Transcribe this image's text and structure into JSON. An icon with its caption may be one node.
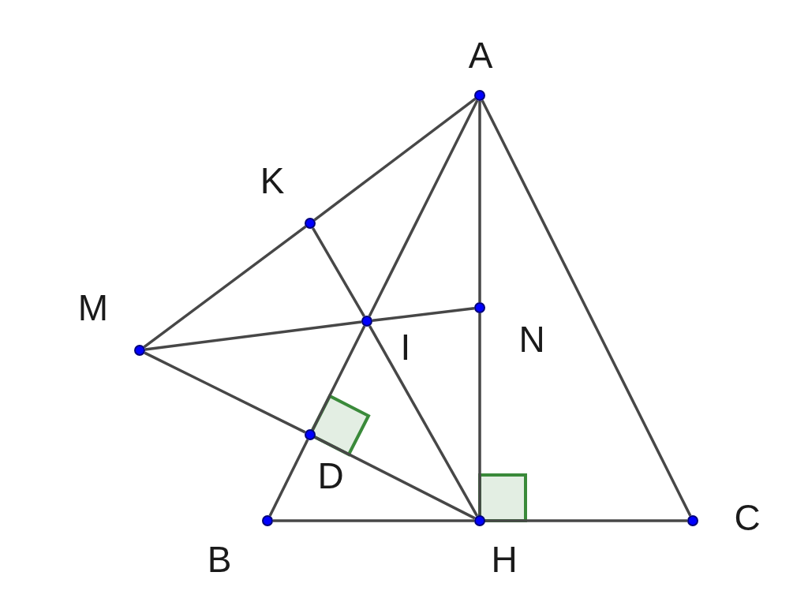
{
  "diagram": {
    "nodes": [
      {
        "text": [
          "A"
        ]
      },
      {
        "text": [
          "K"
        ]
      },
      {
        "text": [
          "M"
        ]
      },
      {
        "text": [
          "I"
        ]
      },
      {
        "text": [
          "N"
        ]
      },
      {
        "text": [
          "D"
        ]
      },
      {
        "text": [
          "B"
        ]
      },
      {
        "text": [
          "H"
        ]
      },
      {
        "text": [
          "C"
        ]
      }
    ],
    "edges": [
      {
        "from": 0,
        "to": 1,
        "arrow": "none"
      },
      {
        "from": 1,
        "to": 2,
        "arrow": "none"
      },
      {
        "from": 2,
        "to": 3,
        "arrow": "none"
      },
      {
        "from": 3,
        "to": 4,
        "arrow": "none"
      },
      {
        "from": 2,
        "to": 5,
        "arrow": "none"
      },
      {
        "from": 5,
        "to": 7,
        "arrow": "none"
      },
      {
        "from": 1,
        "to": 3,
        "arrow": "none"
      },
      {
        "from": 3,
        "to": 7,
        "arrow": "none"
      },
      {
        "from": 0,
        "to": 3,
        "arrow": "none"
      },
      {
        "from": 3,
        "to": 5,
        "arrow": "none"
      },
      {
        "from": 5,
        "to": 6,
        "arrow": "none"
      },
      {
        "from": 0,
        "to": 4,
        "arrow": "none"
      },
      {
        "from": 4,
        "to": 7,
        "arrow": "none"
      },
      {
        "from": 0,
        "to": 8,
        "arrow": "none"
      },
      {
        "from": 6,
        "to": 7,
        "arrow": "none"
      },
      {
        "from": 7,
        "to": 8,
        "arrow": "none"
      }
    ]
  }
}
